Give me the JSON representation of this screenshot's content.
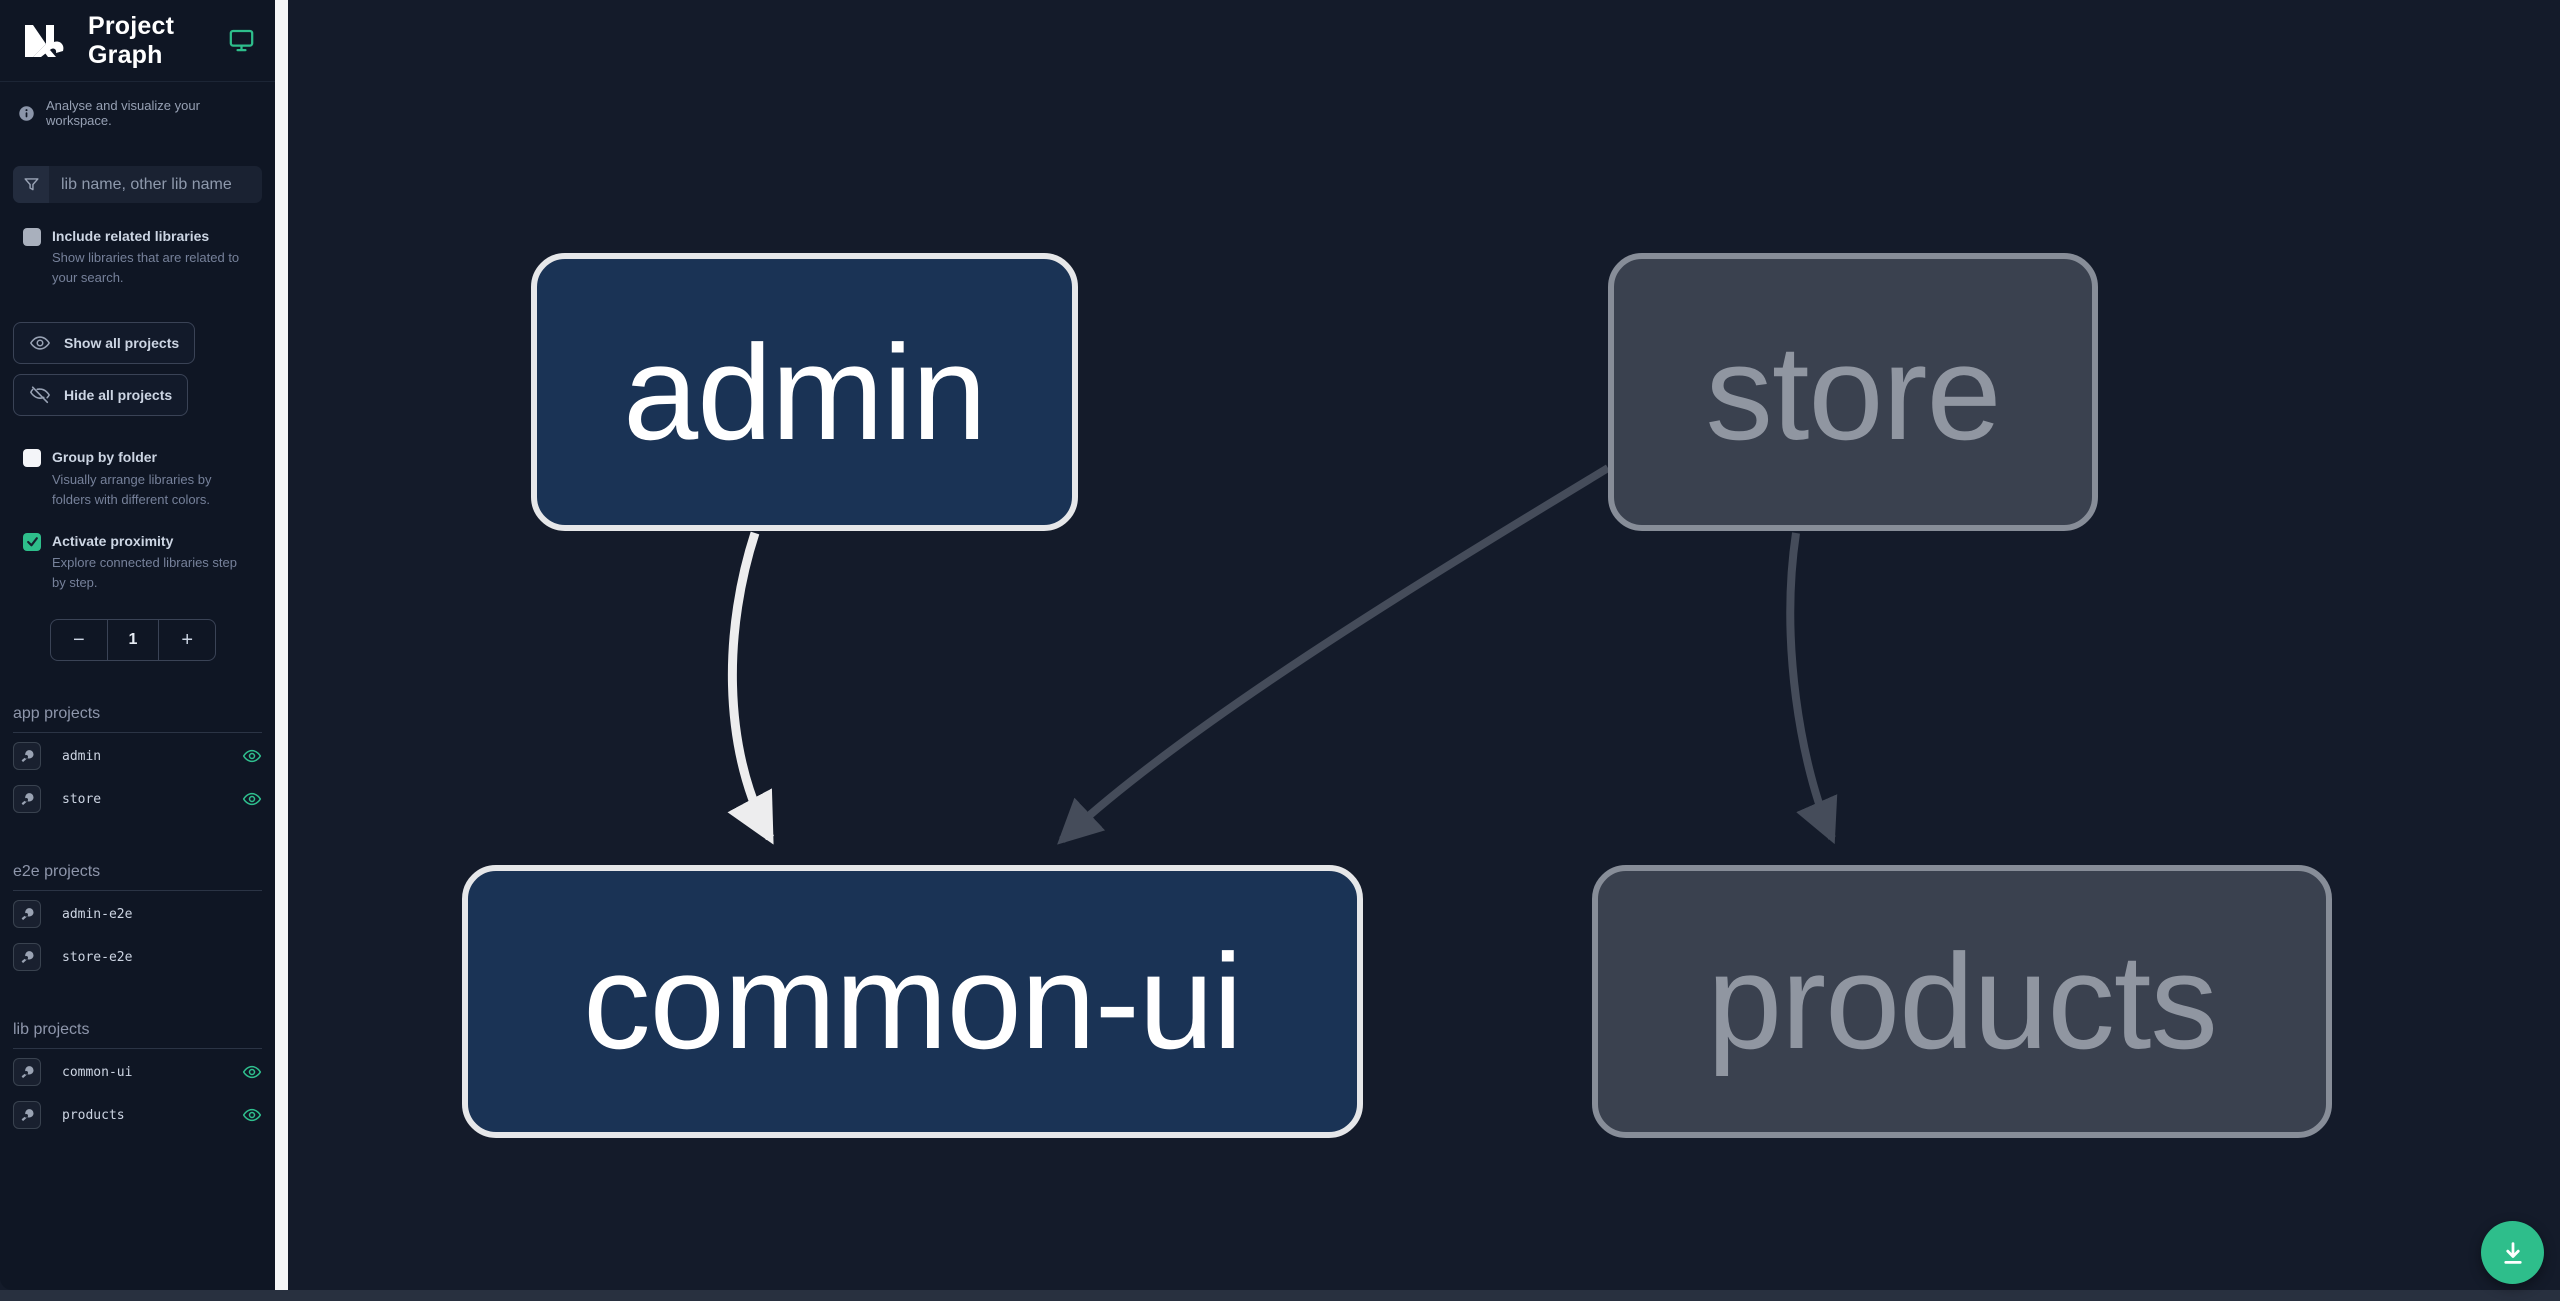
{
  "header": {
    "logo": "Nx",
    "title": "Project Graph"
  },
  "sidebar": {
    "tagline": "Analyse and visualize your workspace.",
    "search_placeholder": "lib name, other lib name",
    "include_related": {
      "label": "Include related libraries",
      "desc": "Show libraries that are related to your search.",
      "checked": false
    },
    "show_all_label": "Show all projects",
    "hide_all_label": "Hide all projects",
    "group_by_folder": {
      "label": "Group by folder",
      "desc": "Visually arrange libraries by folders with different colors.",
      "checked": false
    },
    "activate_proximity": {
      "label": "Activate proximity",
      "desc": "Explore connected libraries step by step.",
      "checked": true
    },
    "proximity": {
      "decrement_label": "−",
      "value": "1",
      "increment_label": "+"
    },
    "sections": [
      {
        "title": "app projects",
        "items": [
          {
            "name": "admin",
            "visible": true
          },
          {
            "name": "store",
            "visible": true
          }
        ]
      },
      {
        "title": "e2e projects",
        "items": [
          {
            "name": "admin-e2e",
            "visible": false
          },
          {
            "name": "store-e2e",
            "visible": false
          }
        ]
      },
      {
        "title": "lib projects",
        "items": [
          {
            "name": "common-ui",
            "visible": true
          },
          {
            "name": "products",
            "visible": true
          }
        ]
      }
    ]
  },
  "graph": {
    "nodes": [
      {
        "id": "admin",
        "label": "admin",
        "state": "focused"
      },
      {
        "id": "store",
        "label": "store",
        "state": "faded"
      },
      {
        "id": "common-ui",
        "label": "common-ui",
        "state": "focused"
      },
      {
        "id": "products",
        "label": "products",
        "state": "faded"
      }
    ],
    "edges": [
      {
        "from": "admin",
        "to": "common-ui",
        "state": "focused"
      },
      {
        "from": "store",
        "to": "common-ui",
        "state": "faded"
      },
      {
        "from": "store",
        "to": "products",
        "state": "faded"
      }
    ]
  },
  "icons": {
    "logo": "nx-logo",
    "title_bar": "monitor-icon",
    "tagline": "info-icon",
    "search": "filter-funnel-icon",
    "show_all": "eye-icon",
    "hide_all": "eye-off-icon",
    "project_row_left": "focus-icon",
    "project_row_right": "eye-icon",
    "fab": "download-icon"
  },
  "colors": {
    "accent_green": "#2ebe8b",
    "eye_green": "#2fbf8e",
    "sidebar_bg": "#0f1624",
    "canvas_bg": "#141b2a",
    "divider": "#f5f6f7",
    "node_focused_bg": "#1a3355",
    "node_focused_border": "#e6e7e9",
    "node_focused_text": "#ffffff",
    "node_faded_bg": "#3a414f",
    "node_faded_border": "#878d98",
    "node_faded_text": "#9096a1",
    "edge_focused": "#ededee",
    "edge_faded": "#454c5a"
  }
}
